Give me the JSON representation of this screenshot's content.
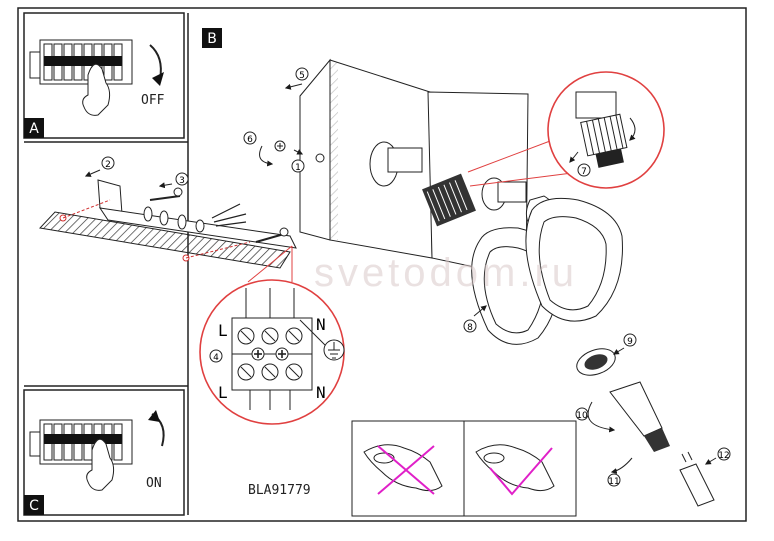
{
  "panels": {
    "a": {
      "letter": "A",
      "state_label": "OFF"
    },
    "b": {
      "letter": "B"
    },
    "c": {
      "letter": "C",
      "state_label": "ON"
    }
  },
  "model_code": "BLA91779",
  "watermark": "svetodom.ru",
  "terminal_labels": {
    "top_left": "L",
    "top_right": "N",
    "bottom_left": "L",
    "bottom_right": "N"
  },
  "steps": [
    "1",
    "2",
    "3",
    "4",
    "5",
    "6",
    "7",
    "8",
    "9",
    "10",
    "11",
    "12"
  ],
  "colors": {
    "line": "#1a1a1a",
    "callout": "#e04040",
    "wrong_cross": "#e020c8",
    "correct_check": "#e020c8",
    "watermark": "#d8c8c8"
  },
  "icons": [
    "earth-symbol-icon",
    "screw-icon",
    "bulb-icon",
    "cross-mark-icon",
    "check-mark-icon"
  ]
}
